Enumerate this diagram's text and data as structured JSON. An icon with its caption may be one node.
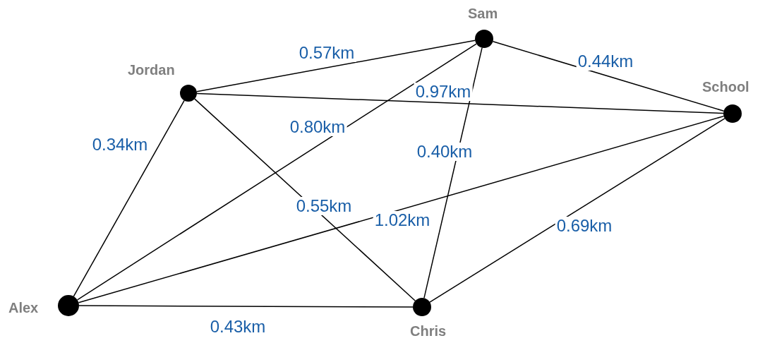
{
  "diagram": {
    "nodes": [
      {
        "text": [
          "Sam"
        ]
      },
      {
        "text": [
          "Jordan"
        ]
      },
      {
        "text": [
          "School"
        ]
      },
      {
        "text": [
          "Alex"
        ]
      },
      {
        "text": [
          "Chris"
        ]
      }
    ],
    "edges": [
      {
        "from": 1,
        "to": 0,
        "arrow": "none",
        "label": "0.57km"
      },
      {
        "from": 0,
        "to": 2,
        "arrow": "none",
        "label": "0.44km"
      },
      {
        "from": 1,
        "to": 2,
        "arrow": "none",
        "label": "0.97km"
      },
      {
        "from": 3,
        "to": 0,
        "arrow": "none",
        "label": "0.80km"
      },
      {
        "from": 3,
        "to": 1,
        "arrow": "none",
        "label": "0.34km"
      },
      {
        "from": 0,
        "to": 4,
        "arrow": "none",
        "label": "0.40km"
      },
      {
        "from": 1,
        "to": 4,
        "arrow": "none",
        "label": "0.55km"
      },
      {
        "from": 3,
        "to": 2,
        "arrow": "none",
        "label": "1.02km"
      },
      {
        "from": 2,
        "to": 4,
        "arrow": "none",
        "label": "0.69km"
      },
      {
        "from": 3,
        "to": 4,
        "arrow": "none",
        "label": "0.43km"
      }
    ]
  }
}
